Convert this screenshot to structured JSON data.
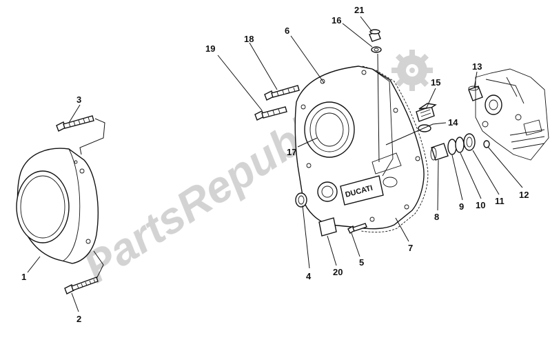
{
  "watermark": {
    "text": "PartsRepublik",
    "icon": "gear-icon"
  },
  "labels": [
    "1",
    "2",
    "3",
    "4",
    "5",
    "6",
    "7",
    "8",
    "9",
    "10",
    "11",
    "12",
    "13",
    "14",
    "15",
    "16",
    "17",
    "18",
    "19",
    "20",
    "21"
  ],
  "branding": {
    "cover_text": "DUCATI"
  }
}
